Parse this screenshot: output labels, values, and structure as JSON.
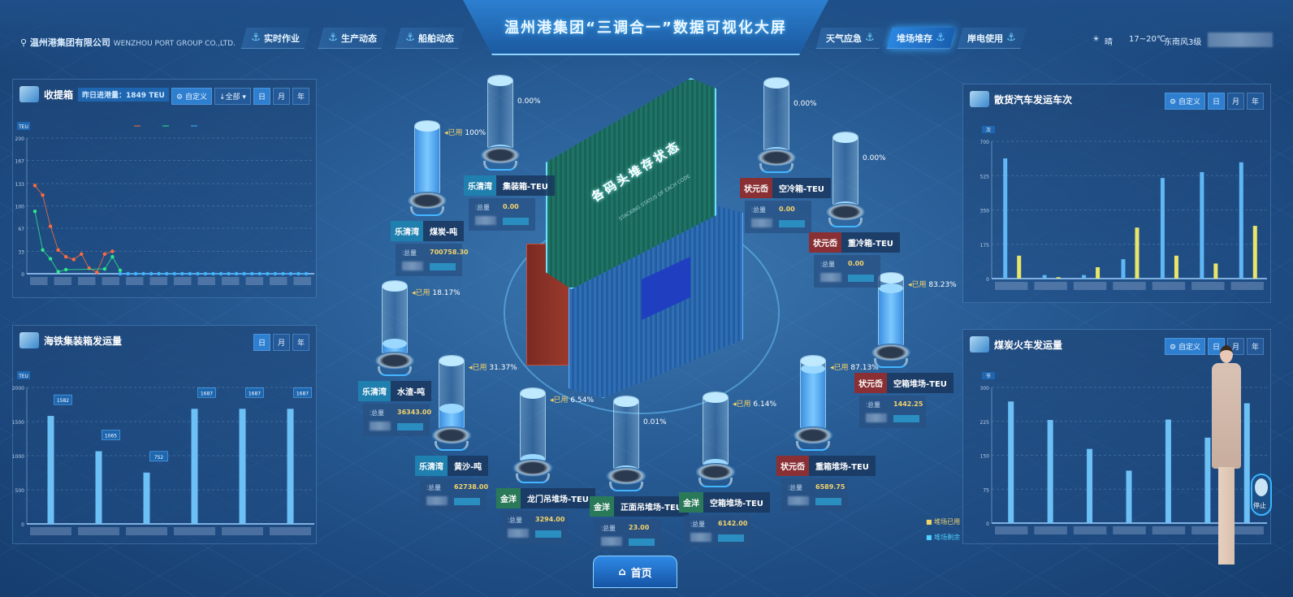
{
  "header": {
    "title": "温州港集团“三调合一”数据可视化大屏",
    "company": "温州港集团有限公司",
    "company_en": "WENZHOU PORT GROUP CO.,LTD.",
    "nav_left": [
      {
        "label": "实时作业"
      },
      {
        "label": "生产动态"
      },
      {
        "label": "船舶动态"
      }
    ],
    "nav_right": [
      {
        "label": "天气应急",
        "active": false
      },
      {
        "label": "堆场堆存",
        "active": true
      },
      {
        "label": "岸电使用",
        "active": false
      }
    ],
    "weather": {
      "condition": "晴",
      "temperature": "17~20℃",
      "wind": "东南风3级"
    }
  },
  "controls": {
    "custom": "自定义",
    "all": "全部",
    "day": "日",
    "month": "月",
    "year": "年"
  },
  "left_top": {
    "title": "收提箱",
    "badge": "昨日进港量：1849 TEU",
    "unit": "TEU"
  },
  "left_bottom": {
    "title": "海铁集装箱发运量",
    "unit": "TEU"
  },
  "right_top": {
    "title": "散货汽车发运车次",
    "unit": "次"
  },
  "right_bottom": {
    "title": "煤炭火车发运量",
    "unit": "节"
  },
  "center": {
    "title": "各码头堆存状态",
    "subtitle": "STACKING STATUS OF EACH CODE",
    "used_label": "已用",
    "total_label": "总量",
    "legend": {
      "used": "堆场已用",
      "remaining": "堆场剩余"
    },
    "colors": {
      "乐清湾": "#1f7fae",
      "金洋": "#2a7a5a",
      "状元岙": "#8a3034"
    },
    "tanks": [
      {
        "company": "乐清湾",
        "type": "煤炭-吨",
        "used_pct": 100,
        "pct_text": "100%",
        "show_used": true,
        "total": "700758.30"
      },
      {
        "company": "乐清湾",
        "type": "集装箱-TEU",
        "used_pct": 0,
        "pct_text": "0.00%",
        "show_used": false,
        "total": "0.00"
      },
      {
        "company": "乐清湾",
        "type": "水渣-吨",
        "used_pct": 18.17,
        "pct_text": "18.17%",
        "show_used": true,
        "total": "36343.00"
      },
      {
        "company": "乐清湾",
        "type": "黄沙-吨",
        "used_pct": 31.37,
        "pct_text": "31.37%",
        "show_used": true,
        "total": "62738.00"
      },
      {
        "company": "金洋",
        "type": "龙门吊堆场-TEU",
        "used_pct": 6.54,
        "pct_text": "6.54%",
        "show_used": true,
        "total": "3294.00"
      },
      {
        "company": "金洋",
        "type": "正面吊堆场-TEU",
        "used_pct": 0.01,
        "pct_text": "0.01%",
        "show_used": false,
        "total": "23.00"
      },
      {
        "company": "金洋",
        "type": "空箱堆场-TEU",
        "used_pct": 6.14,
        "pct_text": "6.14%",
        "show_used": true,
        "total": "6142.00"
      },
      {
        "company": "状元岙",
        "type": "重箱堆场-TEU",
        "used_pct": 87.13,
        "pct_text": "87.13%",
        "show_used": true,
        "total": "6589.75"
      },
      {
        "company": "状元岙",
        "type": "空箱堆场-TEU",
        "used_pct": 83.23,
        "pct_text": "83.23%",
        "show_used": true,
        "total": "1442.25"
      },
      {
        "company": "状元岙",
        "type": "空冷箱-TEU",
        "used_pct": 0,
        "pct_text": "0.00%",
        "show_used": false,
        "total": "0.00"
      },
      {
        "company": "状元岙",
        "type": "重冷箱-TEU",
        "used_pct": 0,
        "pct_text": "0.00%",
        "show_used": false,
        "total": "0.00"
      }
    ]
  },
  "home": {
    "label": "首页"
  },
  "avatar": {
    "stop_label": "停止"
  },
  "chart_data": [
    {
      "type": "line",
      "ylabel": "TEU",
      "ylim": [
        0,
        200
      ],
      "yticks": [
        0,
        33,
        67,
        100,
        133,
        167,
        200
      ],
      "legend_placement": "top-center",
      "grid": true,
      "series": [
        {
          "color": "#ff6a3d",
          "values": [
            130,
            116,
            70,
            35,
            25,
            21,
            29,
            8,
            2,
            29,
            33,
            null
          ]
        },
        {
          "color": "#2ee88a",
          "values": [
            92,
            35,
            22,
            3,
            6,
            null,
            null,
            null,
            null,
            7,
            25,
            5
          ]
        },
        {
          "color": "#3fb4ff",
          "values": [
            null,
            null,
            null,
            null,
            null,
            null,
            null,
            null,
            null,
            null,
            null,
            0,
            0,
            0,
            0,
            0,
            0,
            0,
            0,
            0,
            0,
            0,
            0,
            0,
            0,
            0,
            0,
            0,
            0,
            0,
            0,
            0,
            0,
            0,
            0,
            0
          ]
        }
      ],
      "point_count": 36
    },
    {
      "type": "bar",
      "ylabel": "TEU",
      "ylim": [
        0,
        2000
      ],
      "yticks": [
        0,
        500,
        1000,
        1500,
        2000
      ],
      "grid": true,
      "values": [
        1582,
        1065,
        752,
        1687,
        1687,
        1687
      ],
      "data_labels": [
        "1582",
        "1065",
        "752",
        "1687",
        "1687",
        "1687"
      ]
    },
    {
      "type": "bar",
      "ylabel": "次",
      "ylim": [
        0,
        700
      ],
      "yticks": [
        0,
        175,
        350,
        525,
        700
      ],
      "grid": true,
      "series": [
        {
          "color": "#5fb8f5",
          "values": [
            613,
            18,
            18,
            99,
            513,
            543,
            593
          ]
        },
        {
          "color": "#e9e56a",
          "values": [
            117,
            7,
            58,
            260,
            117,
            77,
            269
          ]
        }
      ]
    },
    {
      "type": "bar",
      "ylabel": "节",
      "ylim": [
        0,
        300
      ],
      "yticks": [
        0,
        75,
        150,
        225,
        300
      ],
      "grid": true,
      "values": [
        269,
        228,
        164,
        116,
        229,
        189,
        265
      ]
    }
  ]
}
